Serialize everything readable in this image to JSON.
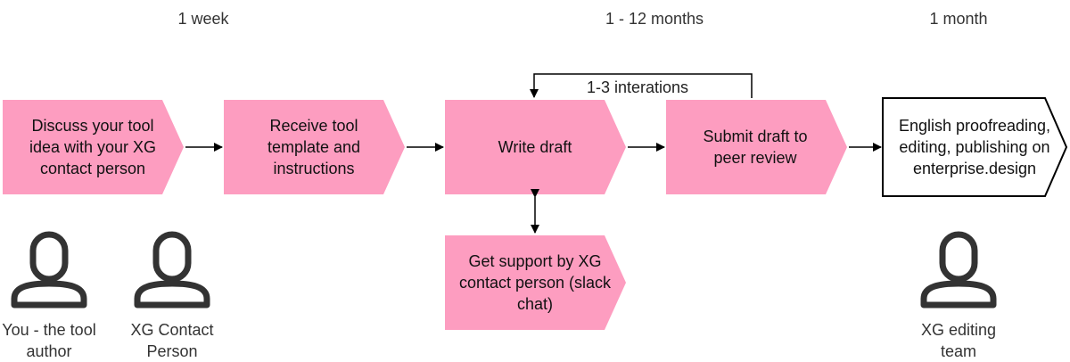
{
  "phases": {
    "first": "1 week",
    "second": "1 - 12 months",
    "third": "1 month"
  },
  "steps": {
    "discuss": "Discuss your tool idea with your XG contact person",
    "receive": "Receive tool template and instructions",
    "write": "Write draft",
    "submit": "Submit draft to peer review",
    "publish": "English proofreading, editing, publishing on enterprise.design",
    "support": "Get support by XG contact person (slack chat)"
  },
  "loop_label": "1-3 interations",
  "roles": {
    "author": "You - the tool author",
    "contact": "XG Contact Person",
    "editing": "XG editing team"
  },
  "colors": {
    "step_fill": "#fd9dc0",
    "final_fill": "#ffffff",
    "stroke": "#000000",
    "person_icon": "#333333"
  }
}
